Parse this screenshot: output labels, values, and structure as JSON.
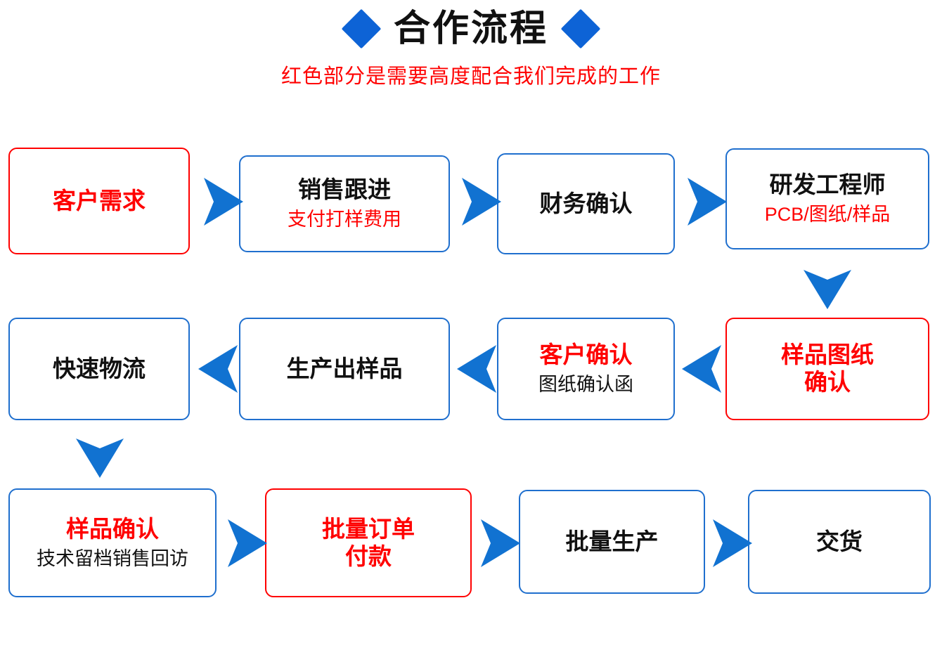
{
  "header": {
    "title": "合作流程",
    "subtitle": "红色部分是需要高度配合我们完成的工作",
    "diamond_left": "diamond-bullet",
    "diamond_right": "diamond-bullet"
  },
  "colors": {
    "blue": "#1f6fce",
    "diamond_blue": "#0d63d6",
    "arrow_blue": "#1172d1",
    "red": "#ff0000",
    "text_black": "#111111"
  },
  "rows": [
    {
      "direction": "right",
      "steps": [
        {
          "main": "客户需求",
          "sub": "",
          "border": "red",
          "main_color": "red",
          "sub_color": ""
        },
        {
          "main": "销售跟进",
          "sub": "支付打样费用",
          "border": "blue",
          "main_color": "black",
          "sub_color": "red"
        },
        {
          "main": "财务确认",
          "sub": "",
          "border": "blue",
          "main_color": "black",
          "sub_color": ""
        },
        {
          "main": "研发工程师",
          "sub": "PCB/图纸/样品",
          "border": "blue",
          "main_color": "black",
          "sub_color": "red"
        }
      ]
    },
    {
      "direction": "left",
      "steps": [
        {
          "main": "快速物流",
          "sub": "",
          "border": "blue",
          "main_color": "black",
          "sub_color": ""
        },
        {
          "main": "生产出样品",
          "sub": "",
          "border": "blue",
          "main_color": "black",
          "sub_color": ""
        },
        {
          "main": "客户确认",
          "sub": "图纸确认函",
          "border": "blue",
          "main_color": "red",
          "sub_color": "black"
        },
        {
          "main": "样品图纸\n确认",
          "sub": "",
          "border": "red",
          "main_color": "red",
          "sub_color": ""
        }
      ]
    },
    {
      "direction": "right",
      "steps": [
        {
          "main": "样品确认",
          "sub": "技术留档销售回访",
          "border": "blue",
          "main_color": "red",
          "sub_color": "black"
        },
        {
          "main": "批量订单\n付款",
          "sub": "",
          "border": "red",
          "main_color": "red",
          "sub_color": ""
        },
        {
          "main": "批量生产",
          "sub": "",
          "border": "blue",
          "main_color": "black",
          "sub_color": ""
        },
        {
          "main": "交货",
          "sub": "",
          "border": "blue",
          "main_color": "black",
          "sub_color": ""
        }
      ]
    }
  ],
  "connectors": {
    "row1_to_row2": "down-arrow-right-column",
    "row2_to_row3": "down-arrow-left-column"
  }
}
